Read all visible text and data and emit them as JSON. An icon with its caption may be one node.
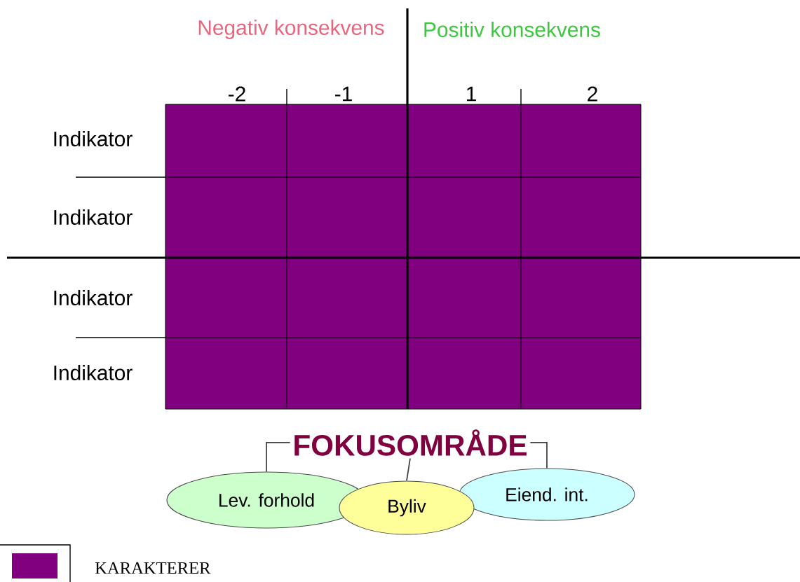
{
  "diagram": {
    "nodes": [
      {
        "text": [
          "FOKUSOMRÅDE"
        ]
      },
      {
        "text": [
          "Lev. forhold"
        ]
      },
      {
        "text": [
          "Byliv"
        ]
      },
      {
        "text": [
          "Eiend. int."
        ]
      }
    ],
    "edges": [
      {
        "from": 0,
        "to": 1,
        "arrow": "none"
      },
      {
        "from": 0,
        "to": 2,
        "arrow": "none"
      },
      {
        "from": 0,
        "to": 3,
        "arrow": "none"
      }
    ],
    "labels": [
      "Negativ konsekvens",
      "Positiv konsekvens",
      "-2",
      "-1",
      "1",
      "2",
      "Indikator",
      "Indikator",
      "Indikator",
      "Indikator"
    ],
    "legend": [
      {
        "text": "KARAKTERER",
        "color": "#800080"
      }
    ]
  }
}
